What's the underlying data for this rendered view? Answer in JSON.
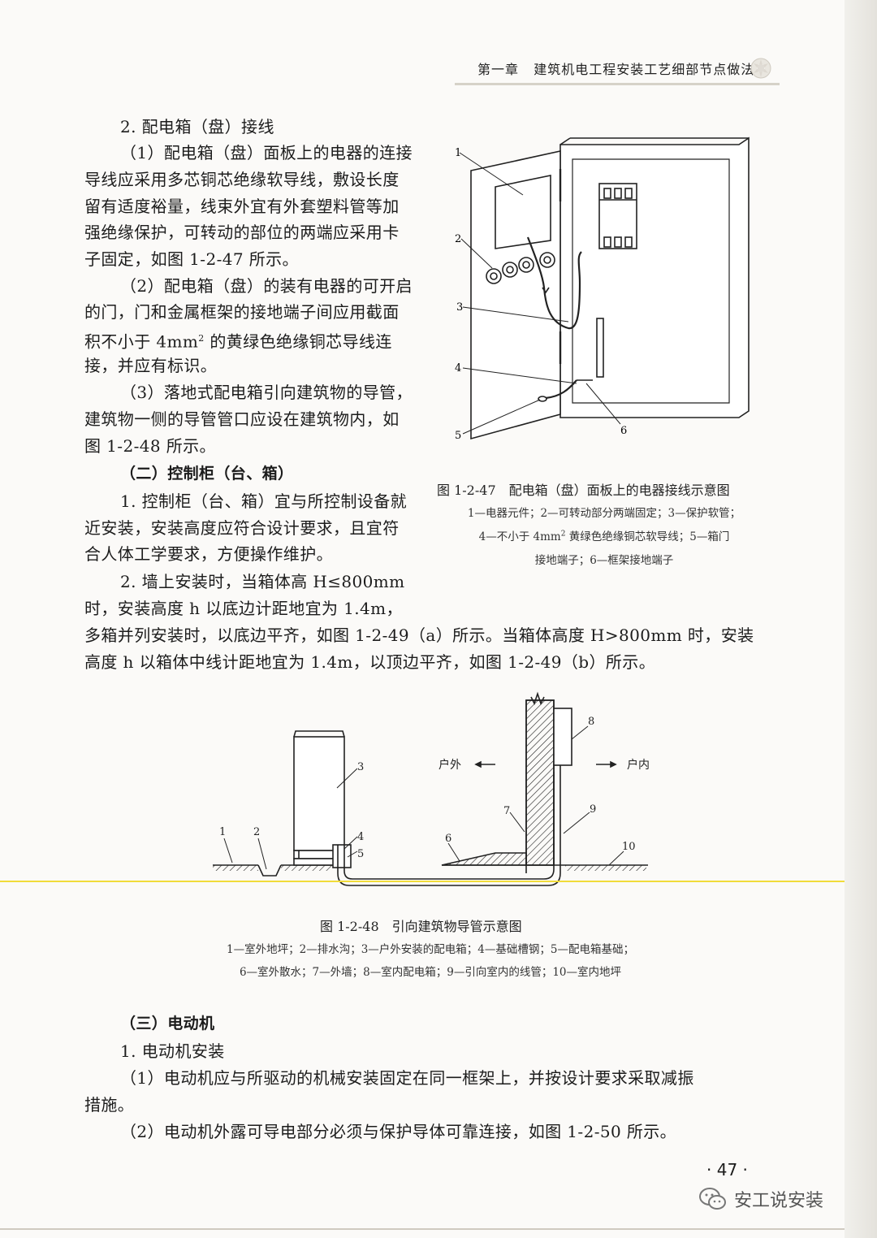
{
  "header": {
    "chapter": "第一章",
    "title": "建筑机电工程安装工艺细部节点做法"
  },
  "body_text": {
    "s2_heading": "2. 配电箱（盘）接线",
    "p1_l1": "（1）配电箱（盘）面板上的电器的连接",
    "p1_l2": "导线应采用多芯铜芯绝缘软导线，敷设长度",
    "p1_l3": "留有适度裕量，线束外宜有外套塑料管等加",
    "p1_l4": "强绝缘保护，可转动的部位的两端应采用卡",
    "p1_l5": "子固定，如图 1-2-47 所示。",
    "p2_l1": "（2）配电箱（盘）的装有电器的可开启",
    "p2_l2": "的门，门和金属框架的接地端子间应用截面",
    "p2_l3a": "积不小于 4mm",
    "p2_l3sup": "2",
    "p2_l3b": " 的黄绿色绝缘铜芯导线连",
    "p2_l4": "接，并应有标识。",
    "p3_l1": "（3）落地式配电箱引向建筑物的导管，",
    "p3_l2": "建筑物一侧的导管管口应设在建筑物内，如",
    "p3_l3": "图 1-2-48 所示。",
    "sec2_heading": "（二）控制柜（台、箱）",
    "p4_l1": "1. 控制柜（台、箱）宜与所控制设备就",
    "p4_l2": "近安装，安装高度应符合设计要求，且宜符",
    "p4_l3": "合人体工学要求，方便操作维护。",
    "p5_l1": "2. 墙上安装时，当箱体高 H≤800mm",
    "p5_l2": "时，安装高度 h 以底边计距地宜为 1.4m，",
    "p5_l3": "多箱并列安装时，以底边平齐，如图 1-2-49（a）所示。当箱体高度 H>800mm 时，安装",
    "p5_l4": "高度 h 以箱体中线计距地宜为 1.4m，以顶边平齐，如图 1-2-49（b）所示。",
    "sec3_heading": "（三）电动机",
    "s3_1": "1. 电动机安装",
    "p6_l1": "（1）电动机应与所驱动的机械安装固定在同一框架上，并按设计要求采取减振",
    "p6_l2": "措施。",
    "p7_l1": "（2）电动机外露可导电部分必须与保护导体可靠连接，如图 1-2-50 所示。"
  },
  "fig47": {
    "labels": [
      "1",
      "2",
      "3",
      "4",
      "5",
      "6"
    ],
    "caption": "图 1-2-47　配电箱（盘）面板上的电器接线示意图",
    "legend_l1": "1—电器元件；2—可转动部分两端固定；3—保护软管；",
    "legend_l2a": "4—不小于 4mm",
    "legend_l2sup": "2",
    "legend_l2b": " 黄绿色绝缘铜芯软导线；5—箱门",
    "legend_l3": "接地端子；6—框架接地端子"
  },
  "fig48": {
    "labels": [
      "1",
      "2",
      "3",
      "4",
      "5",
      "6",
      "7",
      "8",
      "9",
      "10"
    ],
    "outdoor": "户外",
    "indoor": "户内",
    "caption": "图 1-2-48　引向建筑物导管示意图",
    "legend_l1": "1—室外地坪；2—排水沟；3—户外安装的配电箱；4—基础槽钢；5—配电箱基础；",
    "legend_l2": "6—室外散水；7—外墙；8—室内配电箱；9—引向室内的线管；10—室内地坪"
  },
  "footer": {
    "page_number": "· 47 ·",
    "watermark": "安工说安装"
  }
}
